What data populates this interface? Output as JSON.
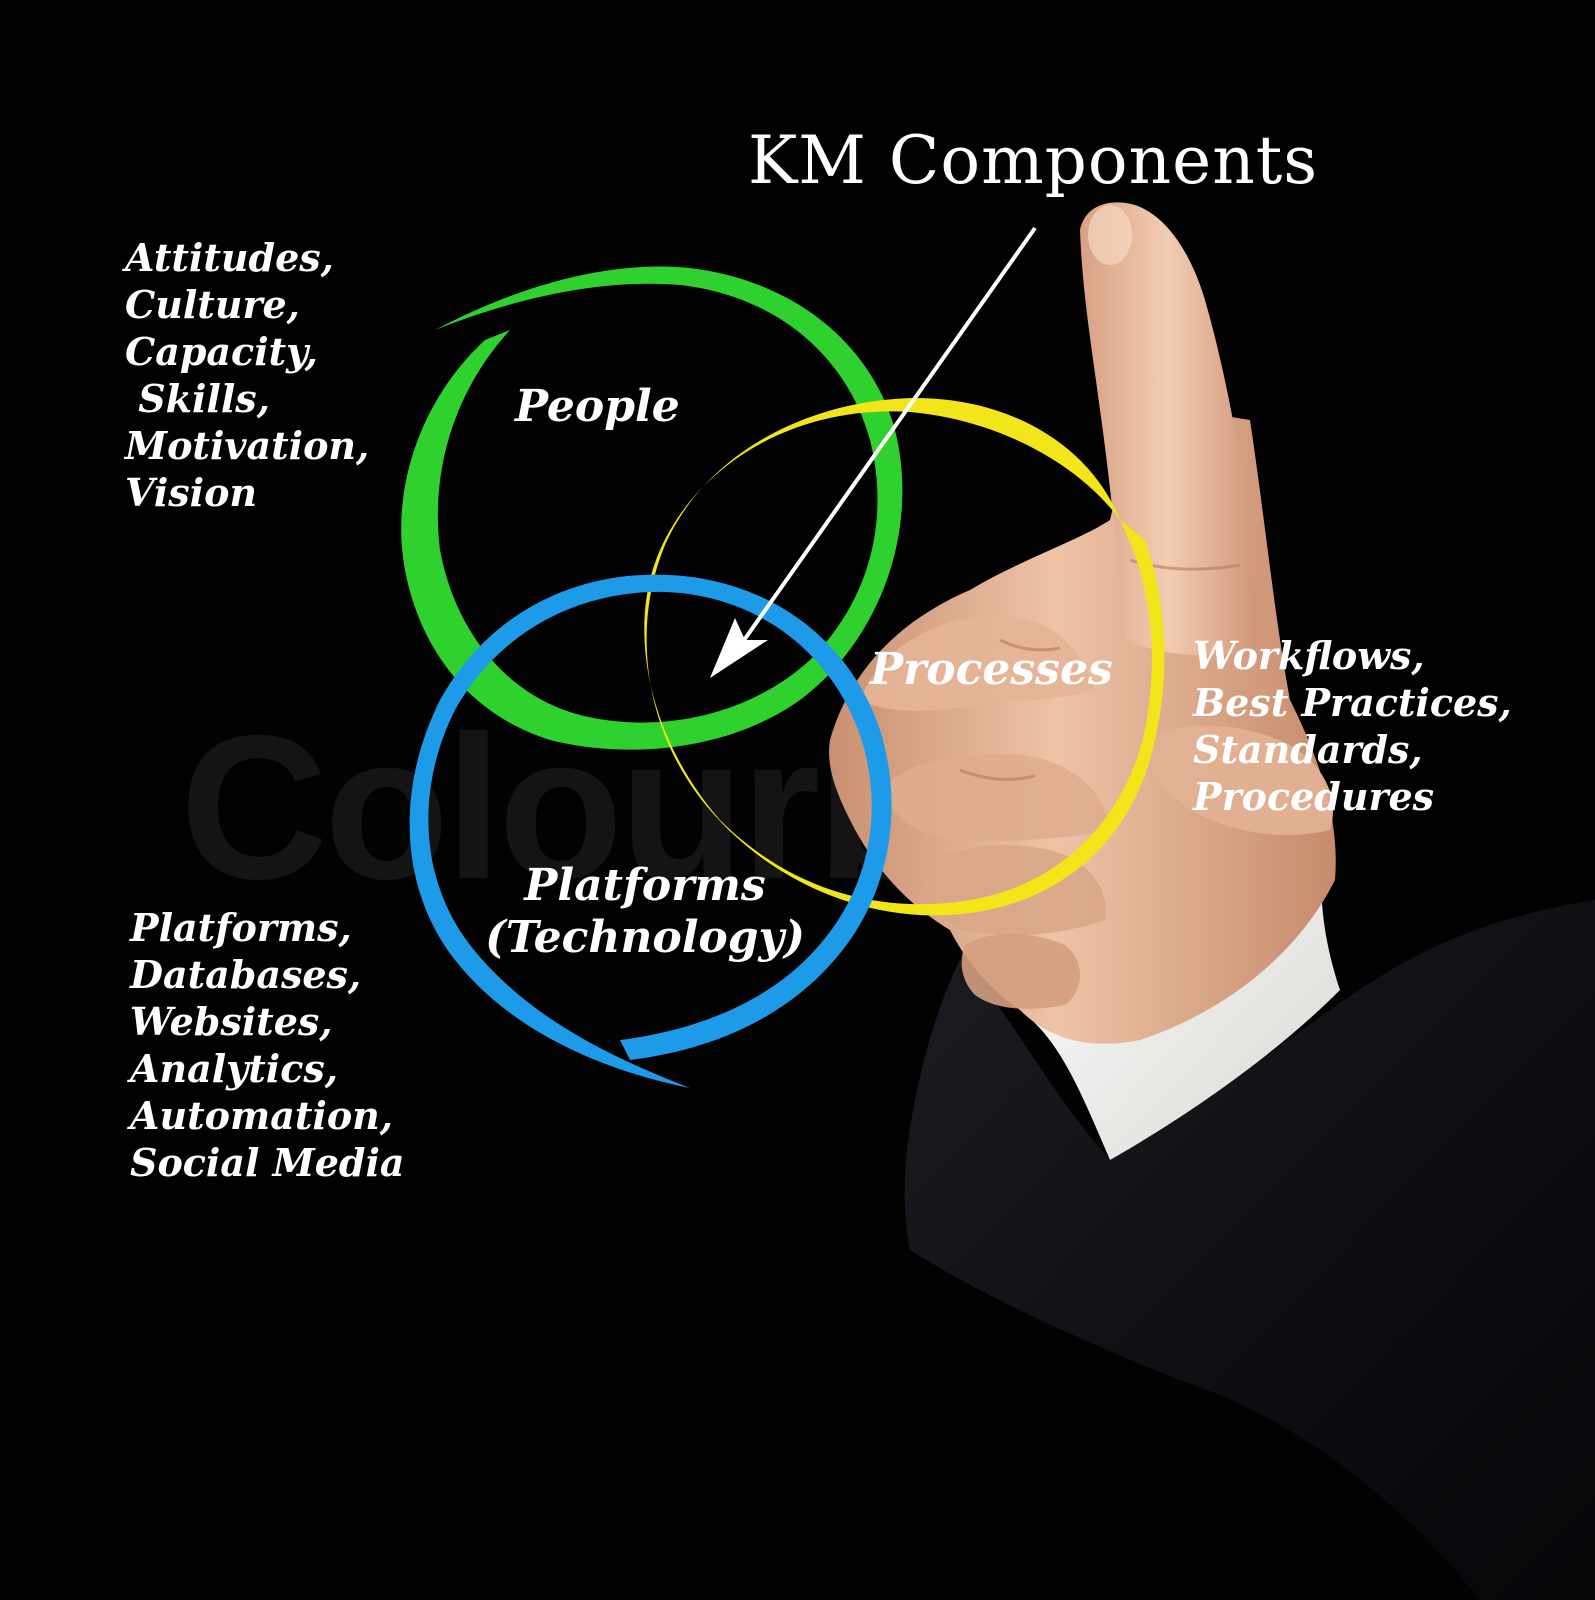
{
  "title": "KM Components",
  "watermark": "Colourbox",
  "colors": {
    "background": "#000000",
    "people_circle": "#2fd12f",
    "processes_circle": "#f2e51a",
    "platforms_circle": "#1e9be8",
    "text": "#ffffff",
    "skin": "#e7b899",
    "suit": "#111318",
    "cuff": "#f2f2f0"
  },
  "components": [
    {
      "id": "people",
      "label_lines": [
        "People"
      ],
      "attributes": [
        "Attitudes,",
        "Culture,",
        "Capacity,",
        " Skills,",
        "Motivation,",
        "Vision"
      ]
    },
    {
      "id": "processes",
      "label_lines": [
        "Processes"
      ],
      "attributes": [
        "Workflows,",
        "Best Practices,",
        "Standards,",
        "Procedures"
      ]
    },
    {
      "id": "platforms",
      "label_lines": [
        "Platforms",
        "(Technology)"
      ],
      "attributes": [
        "Platforms,",
        "Databases,",
        "Websites,",
        "Analytics,",
        "Automation,",
        "Social Media"
      ]
    }
  ]
}
